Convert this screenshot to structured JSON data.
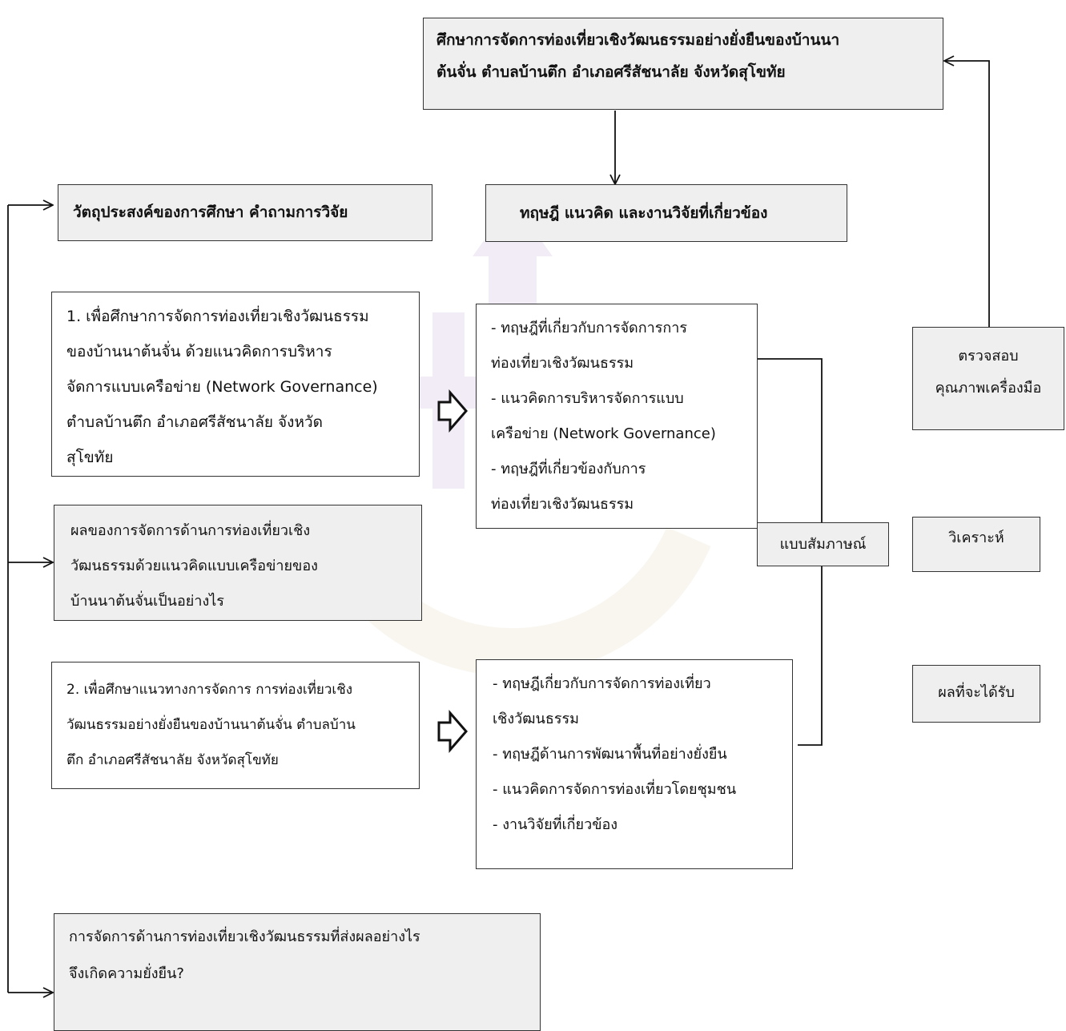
{
  "title_box": {
    "lines": [
      "ศึกษาการจัดการท่องเที่ยวเชิงวัฒนธรรมอย่างยั่งยืนของบ้านนา",
      "ต้นจั่น ตำบลบ้านตึก อำเภอศรีสัชนาลัย จังหวัดสุโขทัย"
    ]
  },
  "objectives_header": "วัตถุประสงค์ของการศึกษา  คำถามการวิจัย",
  "theory_header": "ทฤษฎี แนวคิด และงานวิจัยที่เกี่ยวข้อง",
  "objective1": {
    "lines": [
      "1. เพื่อศึกษาการจัดการท่องเที่ยวเชิงวัฒนธรรม",
      "ของบ้านนาต้นจั่น ด้วยแนวคิดการบริหาร",
      "จัดการแบบเครือข่าย (Network Governance)",
      "ตำบลบ้านตึก อำเภอศรีสัชนาลัย จังหวัด",
      "สุโขทัย"
    ]
  },
  "question1": {
    "lines": [
      "ผลของการจัดการด้านการท่องเที่ยวเชิง",
      "วัฒนธรรมด้วยแนวคิดแบบเครือข่ายของ",
      "บ้านนาต้นจั่นเป็นอย่างไร"
    ]
  },
  "objective2": {
    "lines": [
      "2. เพื่อศึกษาแนวทางการจัดการ การท่องเที่ยวเชิง",
      "วัฒนธรรมอย่างยั่งยืนของบ้านนาต้นจั่น ตำบลบ้าน",
      "ตึก อำเภอศรีสัชนาลัย จังหวัดสุโขทัย"
    ]
  },
  "question2": {
    "lines": [
      "การจัดการด้านการท่องเที่ยวเชิงวัฒนธรรมที่ส่งผลอย่างไร",
      "จึงเกิดความยั่งยืน?"
    ]
  },
  "theory1": {
    "lines": [
      "- ทฤษฎีที่เกี่ยวกับการจัดการการ",
      "ท่องเที่ยวเชิงวัฒนธรรม",
      "- แนวคิดการบริหารจัดการแบบ",
      "เครือข่าย (Network Governance)",
      "- ทฤษฎีที่เกี่ยวข้องกับการ",
      "ท่องเที่ยวเชิงวัฒนธรรม"
    ]
  },
  "theory2": {
    "lines": [
      "- ทฤษฎีเกี่ยวกับการจัดการท่องเที่ยว",
      "เชิงวัฒนธรรม",
      "- ทฤษฎีด้านการพัฒนาพื้นที่อย่างยั่งยืน",
      "- แนวคิดการจัดการท่องเที่ยวโดยชุมชน",
      "- งานวิจัยที่เกี่ยวข้อง"
    ]
  },
  "interview_box": "แบบสัมภาษณ์",
  "quality_box": {
    "lines": [
      "ตรวจสอบ",
      "คุณภาพเครื่องมือ"
    ]
  },
  "analyze_box": "วิเคราะห์",
  "result_box": "ผลที่จะได้รับ"
}
